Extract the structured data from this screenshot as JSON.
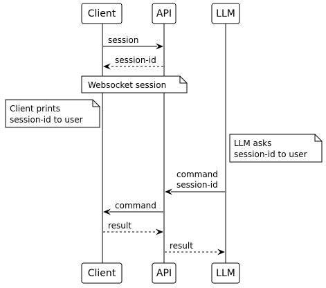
{
  "participants": {
    "client": {
      "label": "Client"
    },
    "api": {
      "label": "API"
    },
    "llm": {
      "label": "LLM"
    }
  },
  "messages": [
    {
      "from": "client",
      "to": "api",
      "style": "solid",
      "lines": [
        "session"
      ]
    },
    {
      "from": "api",
      "to": "client",
      "style": "dashed",
      "lines": [
        "session-id"
      ]
    },
    {
      "from": "llm",
      "to": "api",
      "style": "solid",
      "lines": [
        "command",
        "session-id"
      ]
    },
    {
      "from": "api",
      "to": "client",
      "style": "solid",
      "lines": [
        "command"
      ]
    },
    {
      "from": "client",
      "to": "api",
      "style": "dashed",
      "lines": [
        "result"
      ]
    },
    {
      "from": "api",
      "to": "llm",
      "style": "dashed",
      "lines": [
        "result"
      ]
    }
  ],
  "notes": [
    {
      "lines": [
        "Websocket session"
      ]
    },
    {
      "lines": [
        "Client prints",
        "session-id to user"
      ]
    },
    {
      "lines": [
        "LLM asks",
        "session-id to user"
      ]
    }
  ]
}
